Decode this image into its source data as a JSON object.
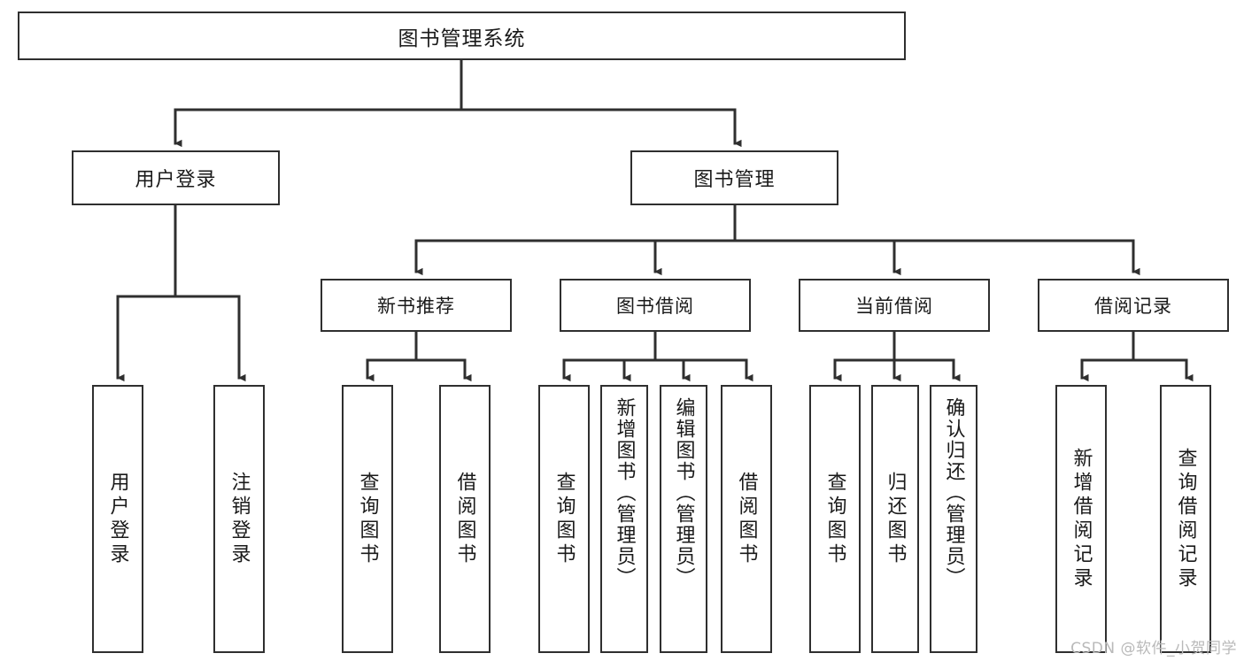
{
  "diagram": {
    "title": "图书管理系统",
    "type": "tree",
    "watermark": "CSDN @软件_小贺同学",
    "colors": {
      "box_border": "#2f2f2f",
      "box_fill": "#ffffff",
      "connector": "#2f2f2f",
      "text": "#1a1a1a",
      "watermark": "#b9b9b9"
    },
    "root": {
      "label": "图书管理系统"
    },
    "level2": [
      {
        "label": "用户登录"
      },
      {
        "label": "图书管理"
      }
    ],
    "level3": [
      {
        "label": "新书推荐"
      },
      {
        "label": "图书借阅"
      },
      {
        "label": "当前借阅"
      },
      {
        "label": "借阅记录"
      }
    ],
    "leaves": [
      {
        "label": "用户登录",
        "parent": "用户登录"
      },
      {
        "label": "注销登录",
        "parent": "用户登录"
      },
      {
        "label": "查询图书",
        "parent": "新书推荐"
      },
      {
        "label": "借阅图书",
        "parent": "新书推荐"
      },
      {
        "label": "查询图书",
        "parent": "图书借阅"
      },
      {
        "label": "新增图书（管理员）",
        "parent": "图书借阅"
      },
      {
        "label": "编辑图书（管理员）",
        "parent": "图书借阅"
      },
      {
        "label": "借阅图书",
        "parent": "图书借阅"
      },
      {
        "label": "查询图书",
        "parent": "当前借阅"
      },
      {
        "label": "归还图书",
        "parent": "当前借阅"
      },
      {
        "label": "确认归还（管理员）",
        "parent": "当前借阅"
      },
      {
        "label": "新增借阅记录",
        "parent": "借阅记录"
      },
      {
        "label": "查询借阅记录",
        "parent": "借阅记录"
      }
    ]
  }
}
